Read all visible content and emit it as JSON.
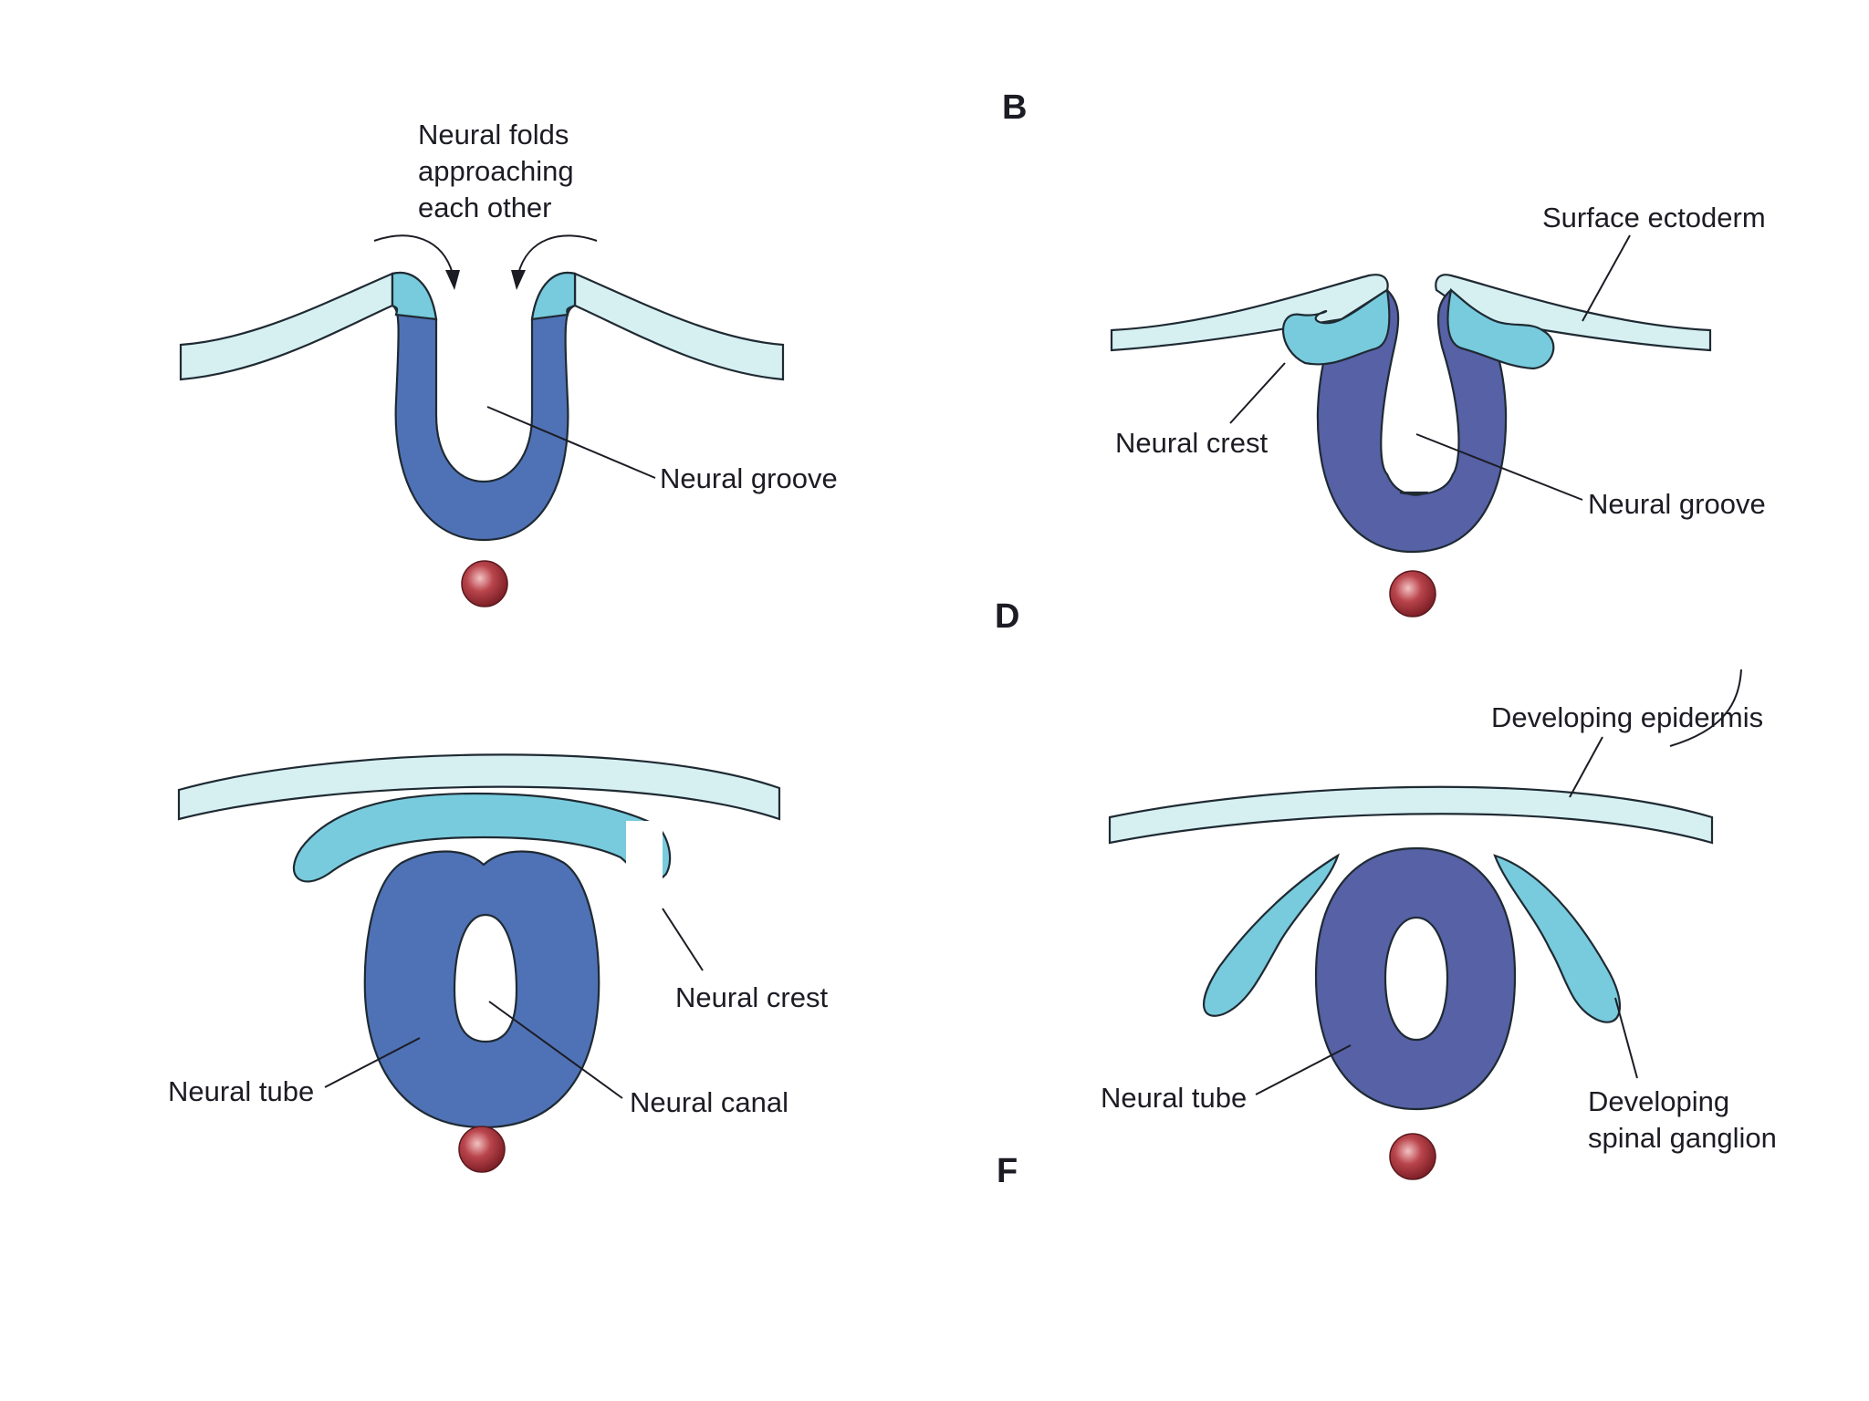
{
  "colors": {
    "surface_ectoderm": "#d6f0f2",
    "neural_crest": "#78cbdd",
    "neural_tissue_left": "#4f72b6",
    "neural_tissue_right": "#5661a6",
    "notochord": "#a8333c",
    "outline": "#1f2a33"
  },
  "panels": {
    "a": {
      "letter": "",
      "labels": {
        "folds_line1": "Neural folds",
        "folds_line2": "approaching",
        "folds_line3": "each other",
        "groove": "Neural groove"
      }
    },
    "b": {
      "letter": "B",
      "labels": {
        "surface_ectoderm": "Surface ectoderm",
        "neural_crest": "Neural crest",
        "groove": "Neural groove"
      }
    },
    "c": {
      "letter": "",
      "labels": {
        "neural_crest": "Neural crest",
        "neural_tube": "Neural tube",
        "neural_canal": "Neural canal"
      }
    },
    "d": {
      "letter": "D",
      "labels": {
        "epidermis": "Developing epidermis",
        "neural_tube": "Neural tube",
        "ganglion_line1": "Developing",
        "ganglion_line2": "spinal ganglion"
      }
    },
    "f_letter": "F"
  }
}
